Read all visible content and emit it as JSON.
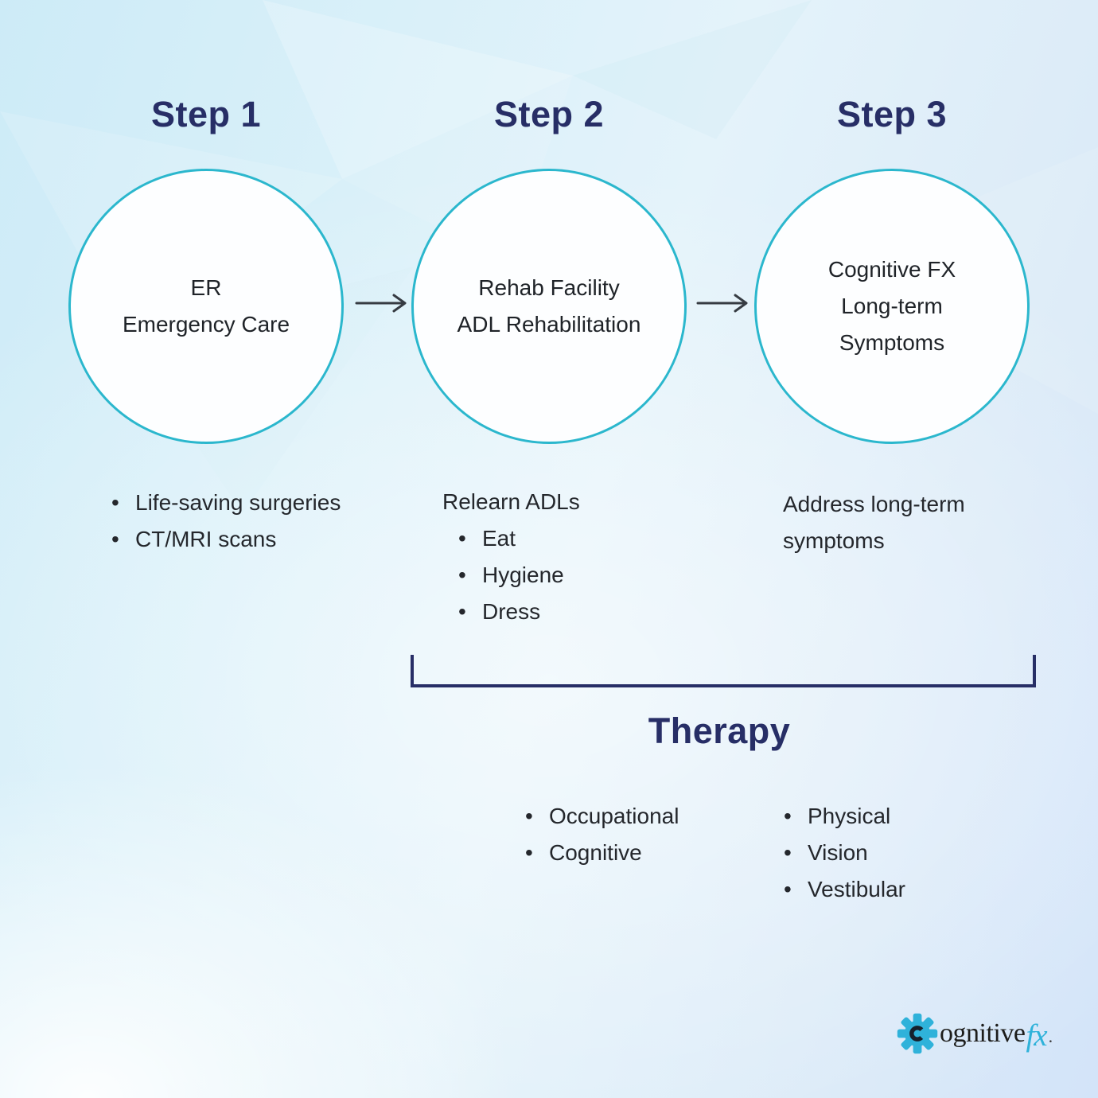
{
  "colors": {
    "accent_navy": "#272e66",
    "circle_stroke": "#2bb7cd",
    "body_text": "#24272c",
    "arrow": "#363b42",
    "logo_cyan": "#2fb2da"
  },
  "steps": [
    {
      "title": "Step 1",
      "circle_lines": [
        "ER",
        "Emergency Care"
      ],
      "notes": {
        "heading": "",
        "items": [
          "Life-saving surgeries",
          "CT/MRI scans"
        ]
      }
    },
    {
      "title": "Step 2",
      "circle_lines": [
        "Rehab Facility",
        "ADL Rehabilitation"
      ],
      "notes": {
        "heading": "Relearn ADLs",
        "items": [
          "Eat",
          "Hygiene",
          "Dress"
        ]
      }
    },
    {
      "title": "Step 3",
      "circle_lines": [
        "Cognitive FX",
        "Long-term",
        "Symptoms"
      ],
      "notes": {
        "heading": "Address long-term symptoms",
        "items": []
      }
    }
  ],
  "therapy": {
    "title": "Therapy",
    "left_items": [
      "Occupational",
      "Cognitive"
    ],
    "right_items": [
      "Physical",
      "Vision",
      "Vestibular"
    ]
  },
  "logo": {
    "dark_text": "ognitive",
    "accent_text": "fx",
    "period": "."
  }
}
